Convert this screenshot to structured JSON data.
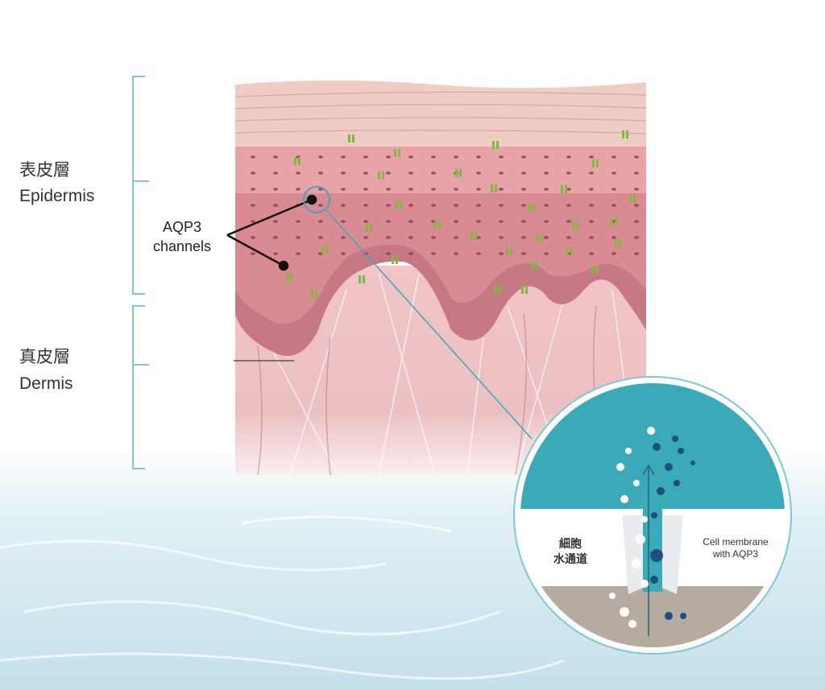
{
  "labels": {
    "epidermis_zh": "表皮層",
    "epidermis_en": "Epidermis",
    "dermis_zh": "真皮層",
    "dermis_en": "Dermis",
    "aqp3_line1": "AQP3",
    "aqp3_line2": "channels"
  },
  "inset": {
    "left_line1": "細胞",
    "left_line2": "水通道",
    "right_line1": "Cell membrane",
    "right_line2": "with AQP3"
  },
  "colors": {
    "bracket": "#7cc8d6",
    "teal": "#3aa9b8",
    "channel_green": "#7dbb3c",
    "skin_pink": "#e9b8b8",
    "cell_dark": "#9a5a6e"
  }
}
